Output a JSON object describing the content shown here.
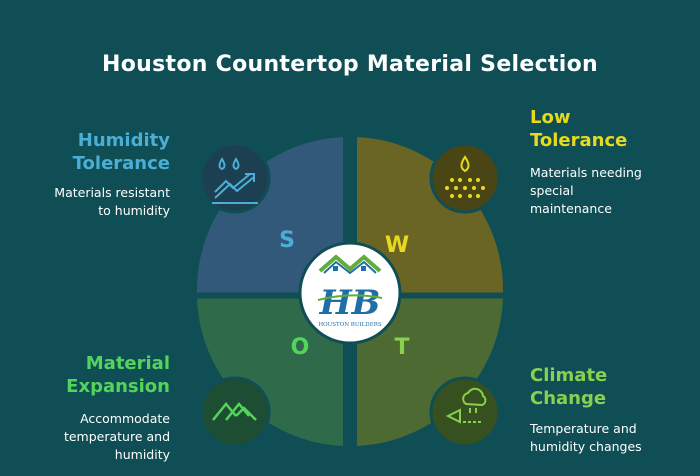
{
  "title": "Houston Countertop Material Selection",
  "colors": {
    "background": "#0f4e54",
    "s": "#33597a",
    "w": "#6b6525",
    "o": "#2f6a4a",
    "t": "#4d6a32",
    "s_text": "#4aaed6",
    "w_text": "#e8d81e",
    "o_text": "#55d45b",
    "t_text": "#8ad04f"
  },
  "quadrants": {
    "s": {
      "letter": "S",
      "icon": "water-drops-rising-arrow-icon",
      "title_lines": [
        "Humidity",
        "Tolerance"
      ],
      "desc_lines": [
        "Materials resistant",
        "to humidity"
      ]
    },
    "w": {
      "letter": "W",
      "icon": "drop-splash-icon",
      "title_lines": [
        "Low",
        "Tolerance"
      ],
      "desc_lines": [
        "Materials needing",
        "special",
        "maintenance"
      ]
    },
    "o": {
      "letter": "O",
      "icon": "expansion-chevrons-icon",
      "title_lines": [
        "Material",
        "Expansion"
      ],
      "desc_lines": [
        "Accommodate",
        "temperature and",
        "humidity"
      ]
    },
    "t": {
      "letter": "T",
      "icon": "cloud-rain-icon",
      "title_lines": [
        "Climate",
        "Change"
      ],
      "desc_lines": [
        "Temperature and",
        "humidity changes"
      ]
    }
  },
  "logo": {
    "monogram": "HB",
    "caption": "HOUSTON BUILDERS"
  }
}
